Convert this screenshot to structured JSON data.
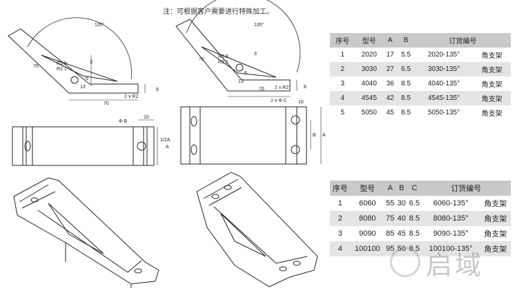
{
  "note": "注：可根据客户需要进行特殊加工。",
  "drawing_labels": {
    "angle": "135°",
    "r39": "R3.9",
    "r2": "R2.1",
    "three": "3",
    "dim70": "70",
    "dim13": "13",
    "dim6": "6",
    "dim2xr2": "2 x R2",
    "dim8": "8",
    "dimB": "B",
    "dimA": "A",
    "dim10": "10",
    "phiB": "Φ B",
    "halfA": "1/2A",
    "twoxphiC": "2 x Φ C"
  },
  "table1": {
    "headers": [
      "序号",
      "型号",
      "A",
      "B",
      "订货编号"
    ],
    "rows": [
      [
        "1",
        "2020",
        "17",
        "5.5",
        "2020-135°",
        "角支架"
      ],
      [
        "2",
        "3030",
        "27",
        "6.5",
        "3030-135°",
        "角支架"
      ],
      [
        "3",
        "4040",
        "36",
        "8.5",
        "4040-135°",
        "角支架"
      ],
      [
        "4",
        "4545",
        "42",
        "8.5",
        "4545-135°",
        "角支架"
      ],
      [
        "5",
        "5050",
        "45",
        "8.5",
        "5050-135°",
        "角支架"
      ]
    ]
  },
  "table2": {
    "headers": [
      "序号",
      "型号",
      "A",
      "B",
      "C",
      "订货编号"
    ],
    "rows": [
      [
        "1",
        "6060",
        "55",
        "30",
        "6.5",
        "6060-135°",
        "角支架"
      ],
      [
        "2",
        "8080",
        "75",
        "40",
        "8.5",
        "8080-135°",
        "角支架"
      ],
      [
        "3",
        "9090",
        "85",
        "45",
        "8.5",
        "9090-135°",
        "角支架"
      ],
      [
        "4",
        "100100",
        "95",
        "50",
        "8.5",
        "100100-135°",
        "角支架"
      ]
    ]
  },
  "watermark": "启域"
}
